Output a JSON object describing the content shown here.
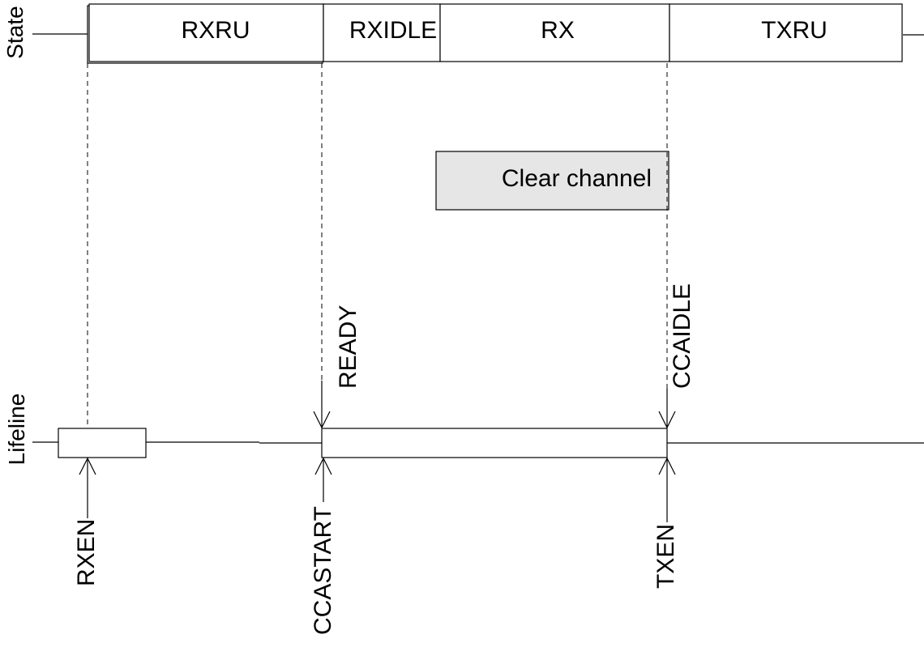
{
  "axes": {
    "state": "State",
    "lifeline": "Lifeline"
  },
  "states": {
    "rxru": "RXRU",
    "rxidle": "RXIDLE",
    "rx": "RX",
    "txru": "TXRU"
  },
  "activity": {
    "clear_channel": "Clear channel"
  },
  "events": {
    "ready": "READY",
    "ccaidle": "CCAIDLE"
  },
  "tasks": {
    "rxen": "RXEN",
    "ccastart": "CCASTART",
    "txen": "TXEN"
  }
}
